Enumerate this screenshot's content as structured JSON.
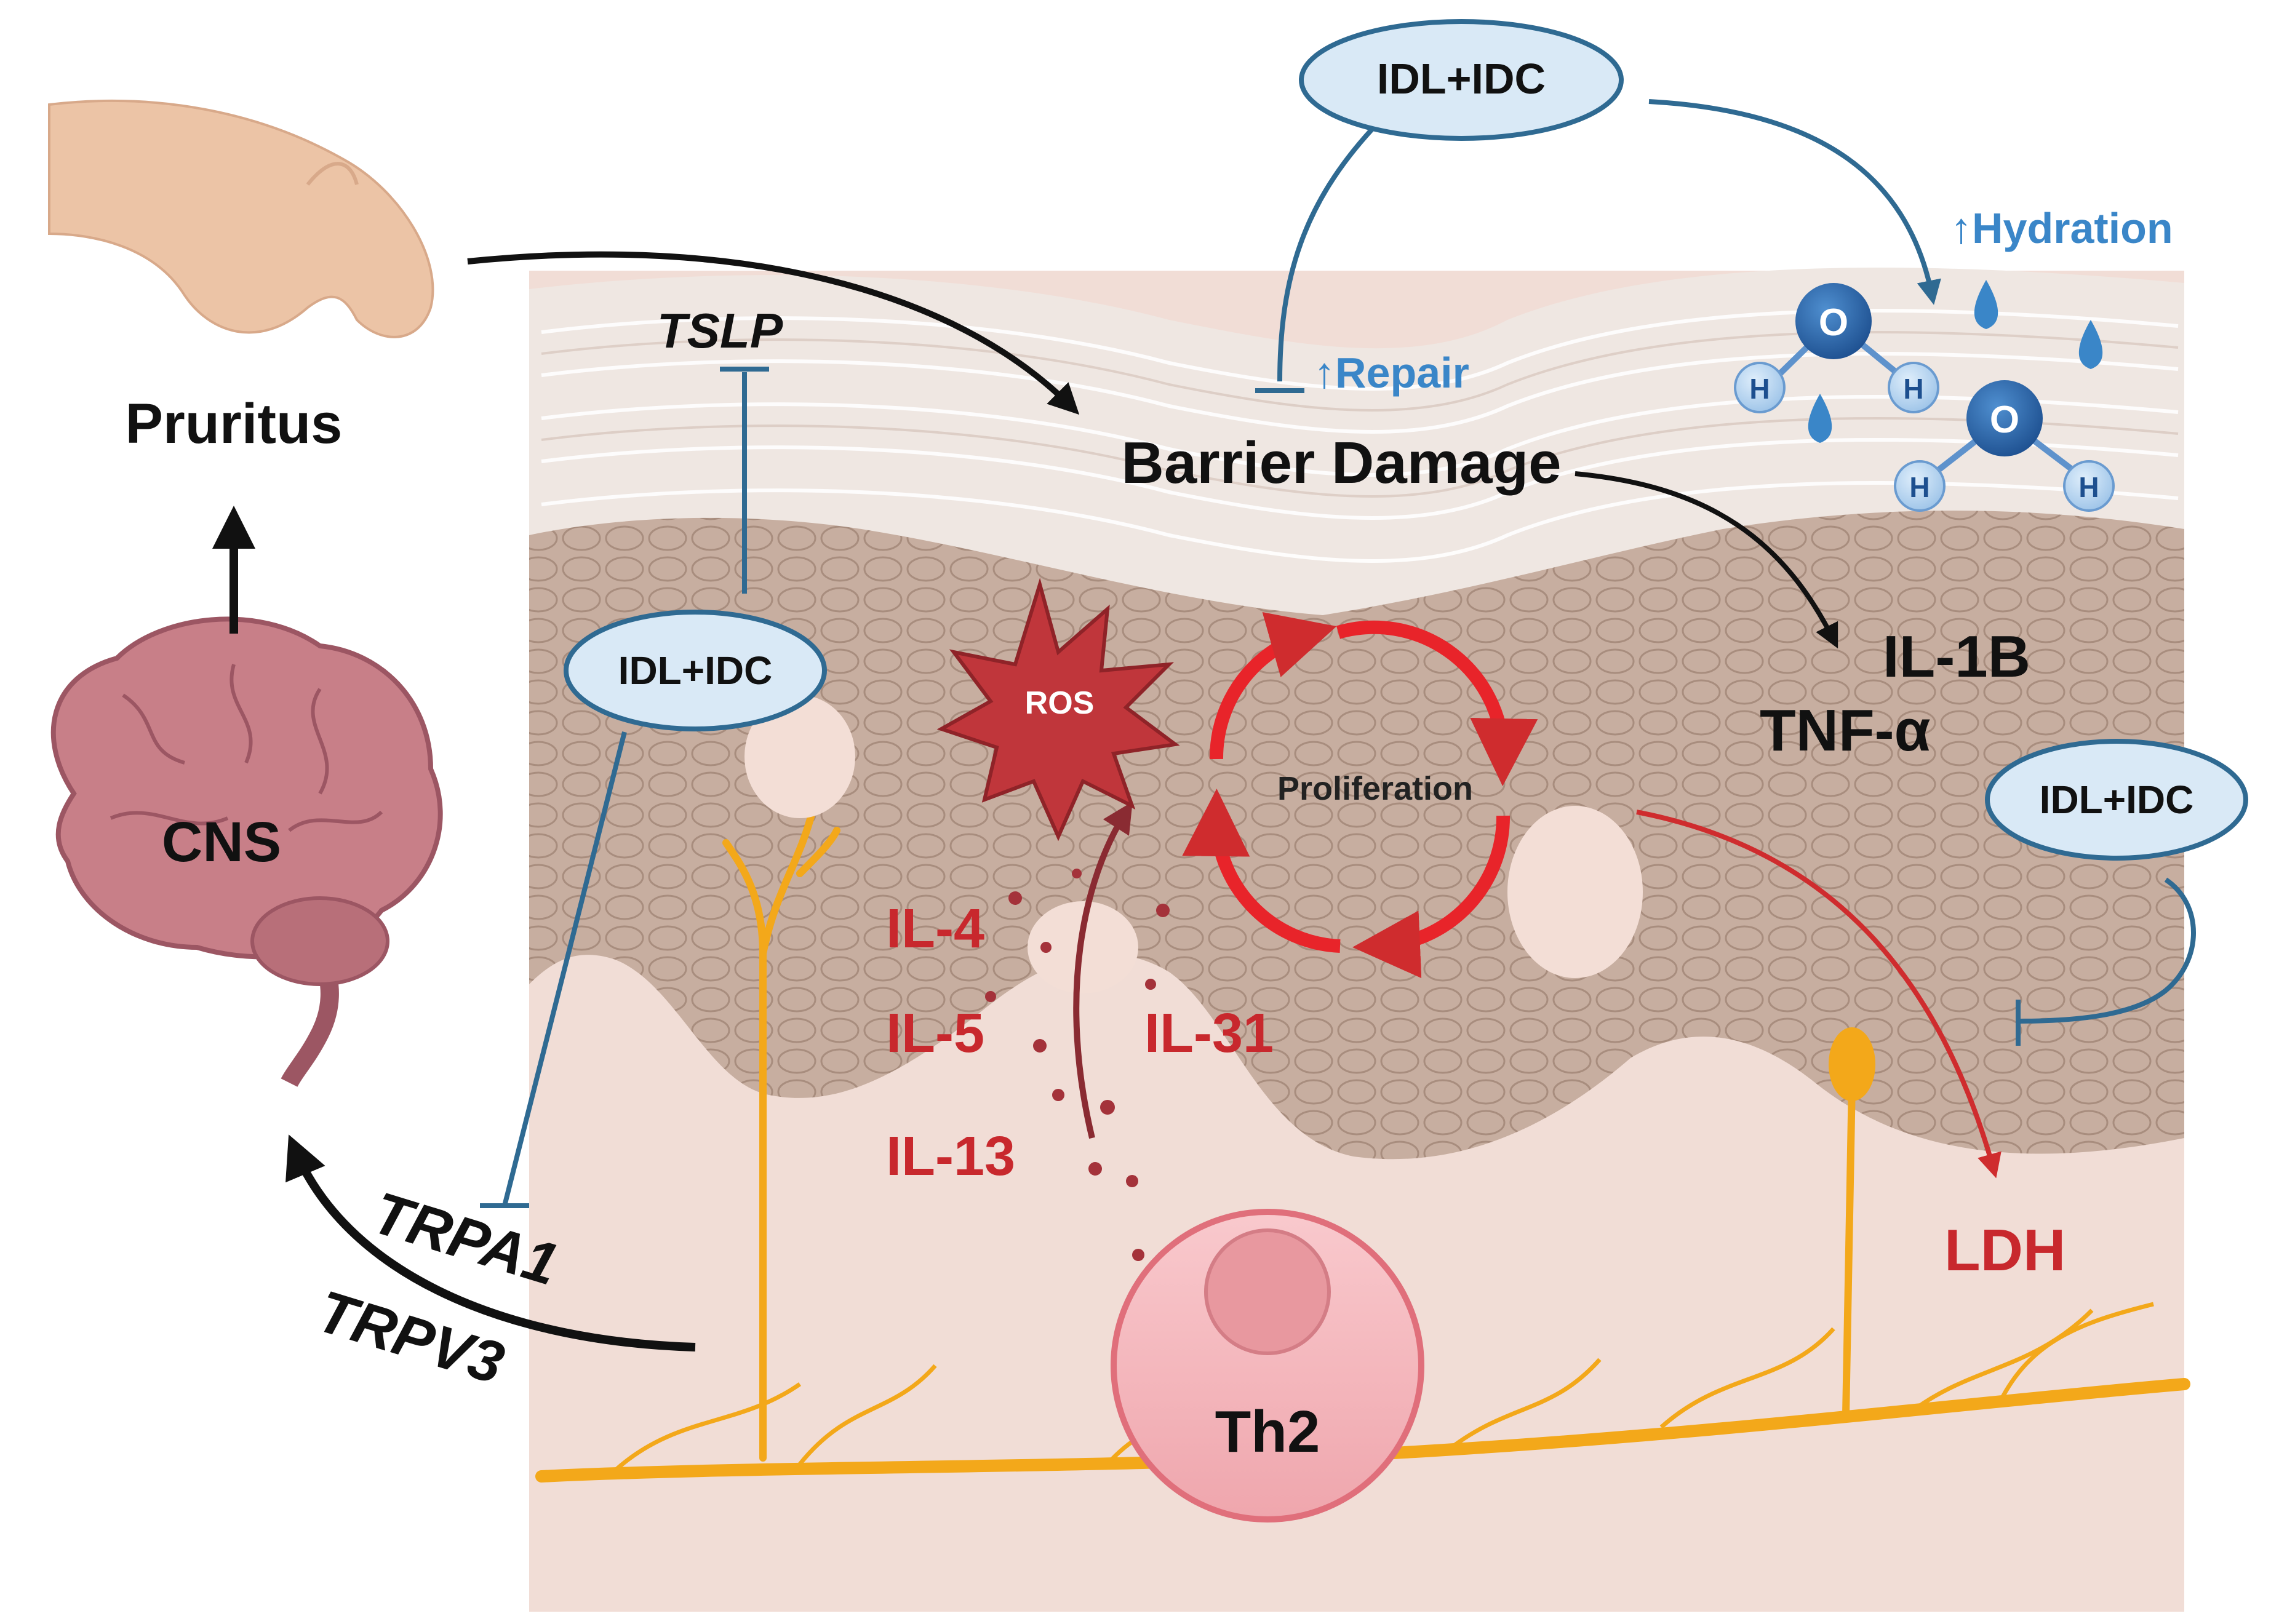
{
  "labels": {
    "pruritus": "Pruritus",
    "cns": "CNS",
    "tslp": "TSLP",
    "barrier_damage": "Barrier Damage",
    "repair": "↑Repair",
    "hydration": "↑Hydration",
    "ros": "ROS",
    "proliferation": "Proliferation",
    "il1b": "IL-1B",
    "tnf": "TNF-α",
    "ldh": "LDH",
    "il4": "IL-4",
    "il5": "IL-5",
    "il13": "IL-13",
    "il31": "IL-31",
    "th2": "Th2",
    "trpa1": "TRPA1",
    "trpv3": "TRPV3"
  },
  "treatment": {
    "top": "IDL+IDC",
    "left": "IDL+IDC",
    "right": "IDL+IDC"
  },
  "molecules": {
    "oxygen": "O",
    "hydrogen": "H"
  },
  "colors": {
    "inhibit_blue": "#2f6a92",
    "hydration_blue": "#3a86c8",
    "cytokine_red": "#c8282d",
    "ros_red": "#c0363b",
    "nerve_orange": "#f3a81a",
    "treatment_fill": "#d9e9f6",
    "skin_surface": "#efe7e2",
    "epidermis": "#c9b2a4",
    "dermis": "#f1ddd6"
  }
}
